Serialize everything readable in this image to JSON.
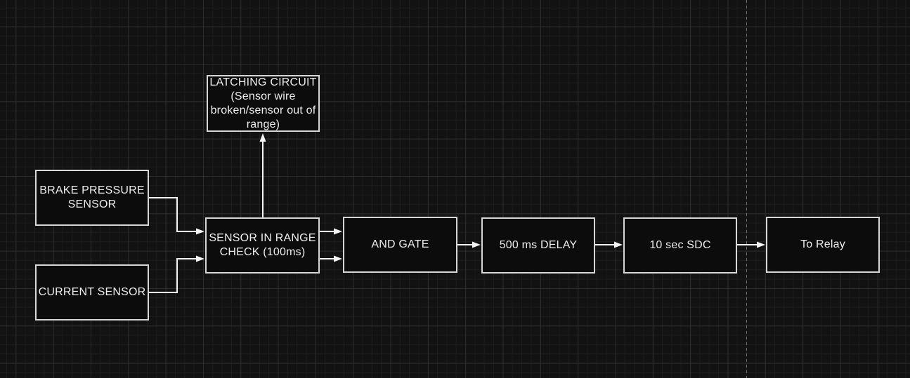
{
  "canvas": {
    "background_color": "#121212",
    "grid_minor_color": "#1d1d1d",
    "grid_major_color": "#2c2c2c",
    "node_fill_color": "#0c0c0c",
    "node_border_color": "#d7d7d7",
    "connector_color": "#f5f5f5",
    "text_color": "#ededed",
    "page_boundary_color": "#6f6f6f"
  },
  "diagram": {
    "nodes": [
      {
        "id": "latching-circuit",
        "label": "LATCHING CIRCUIT\n(Sensor wire\nbroken/sensor out of\nrange)"
      },
      {
        "id": "brake-pressure-sensor",
        "label": "BRAKE PRESSURE\nSENSOR"
      },
      {
        "id": "current-sensor",
        "label": "CURRENT SENSOR"
      },
      {
        "id": "sensor-in-range-check",
        "label": "SENSOR IN RANGE\nCHECK (100ms)"
      },
      {
        "id": "and-gate",
        "label": "AND GATE"
      },
      {
        "id": "delay-500ms",
        "label": "500 ms DELAY"
      },
      {
        "id": "sdc-10sec",
        "label": "10 sec SDC"
      },
      {
        "id": "to-relay",
        "label": "To Relay"
      }
    ],
    "edges": [
      {
        "from": "brake-pressure-sensor",
        "to": "sensor-in-range-check"
      },
      {
        "from": "current-sensor",
        "to": "sensor-in-range-check"
      },
      {
        "from": "sensor-in-range-check",
        "to": "latching-circuit"
      },
      {
        "from": "sensor-in-range-check",
        "to": "and-gate",
        "port": "upper"
      },
      {
        "from": "sensor-in-range-check",
        "to": "and-gate",
        "port": "lower"
      },
      {
        "from": "and-gate",
        "to": "delay-500ms"
      },
      {
        "from": "delay-500ms",
        "to": "sdc-10sec"
      },
      {
        "from": "sdc-10sec",
        "to": "to-relay"
      }
    ]
  }
}
